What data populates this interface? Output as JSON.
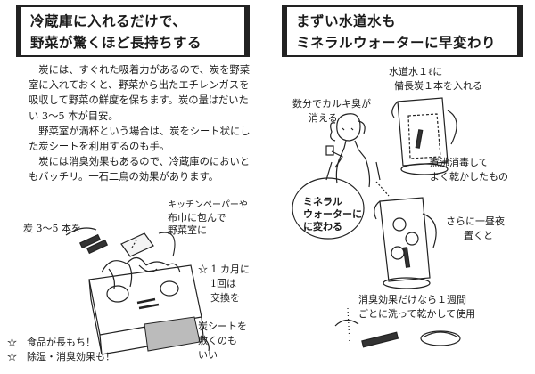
{
  "left": {
    "headline": [
      "冷蔵庫に入れるだけで、",
      "野菜が驚くほど長持ちする"
    ],
    "paragraphs": [
      "炭には、すぐれた吸着力があるので、炭を野菜室に入れておくと、野菜から出たエチレンガスを吸収して野菜の鮮度を保ちます。炭の量はだいたい 3〜5 本が目安。",
      "野菜室が満杯という場合は、炭をシート状にした炭シートを利用するのも手。",
      "炭には消臭効果もあるので、冷蔵庫のにおいともバッチリ。一石二鳥の効果があります。"
    ],
    "labels": {
      "charcoal_count": "炭 3〜5 本を",
      "wrap_1": "キッチンペーパーや",
      "wrap_2": "布巾に包んで",
      "wrap_3": "野菜室に",
      "replace_1": "☆ 1 カ月に",
      "replace_2": "1回は",
      "replace_3": "交換を",
      "sheet_1": "炭シートを",
      "sheet_2": "敷くのも",
      "sheet_3": "いい",
      "benefit_1": "☆　食品が長もち！",
      "benefit_2": "☆　除湿・消臭効果も！"
    }
  },
  "right": {
    "headline": [
      "まずい水道水も",
      "ミネラルウォーターに早変わり"
    ],
    "labels": {
      "tap_1": "水道水１ℓに",
      "tap_2": "備長炭１本を入れる",
      "chlorine_1": "数分でカルキ臭が",
      "chlorine_2": "消える",
      "boil_1": "煮沸消毒して",
      "boil_2": "よく乾かしたもの",
      "overnight_1": "さらに一昼夜",
      "overnight_2": "置くと",
      "deodor_1": "消臭効果だけなら１週間",
      "deodor_2": "ごとに洗って乾かして使用"
    },
    "callout": [
      "ミネラル",
      "ウォーターに",
      "に変わる"
    ]
  }
}
